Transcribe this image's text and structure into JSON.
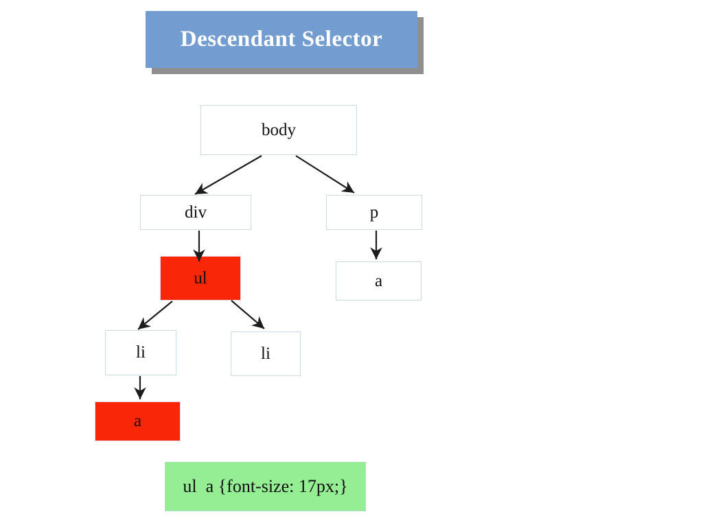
{
  "slide": {
    "title": "Descendant Selector"
  },
  "tree": {
    "nodes": [
      {
        "id": "body",
        "label": "body",
        "highlighted": false
      },
      {
        "id": "div",
        "label": "div",
        "highlighted": false
      },
      {
        "id": "p",
        "label": "p",
        "highlighted": false
      },
      {
        "id": "ul",
        "label": "ul",
        "highlighted": true
      },
      {
        "id": "a-under-p",
        "label": "a",
        "highlighted": false
      },
      {
        "id": "li-first",
        "label": "li",
        "highlighted": false
      },
      {
        "id": "li-second",
        "label": "li",
        "highlighted": false
      },
      {
        "id": "a-under-li",
        "label": "a",
        "highlighted": true
      }
    ],
    "edges": [
      {
        "from": "body",
        "to": "div"
      },
      {
        "from": "body",
        "to": "p"
      },
      {
        "from": "div",
        "to": "ul"
      },
      {
        "from": "p",
        "to": "a-under-p"
      },
      {
        "from": "ul",
        "to": "li-first"
      },
      {
        "from": "ul",
        "to": "li-second"
      },
      {
        "from": "li-first",
        "to": "a-under-li"
      }
    ]
  },
  "code_box": {
    "text": "ul  a {font-size: 17px;}"
  },
  "colors": {
    "title_fill": "#739dd1",
    "title_shadow": "#8f8f8f",
    "highlight_red": "#f92708",
    "code_green": "#95ee93",
    "node_border": "#c9d8ea",
    "arrow": "#1c1c1c"
  }
}
